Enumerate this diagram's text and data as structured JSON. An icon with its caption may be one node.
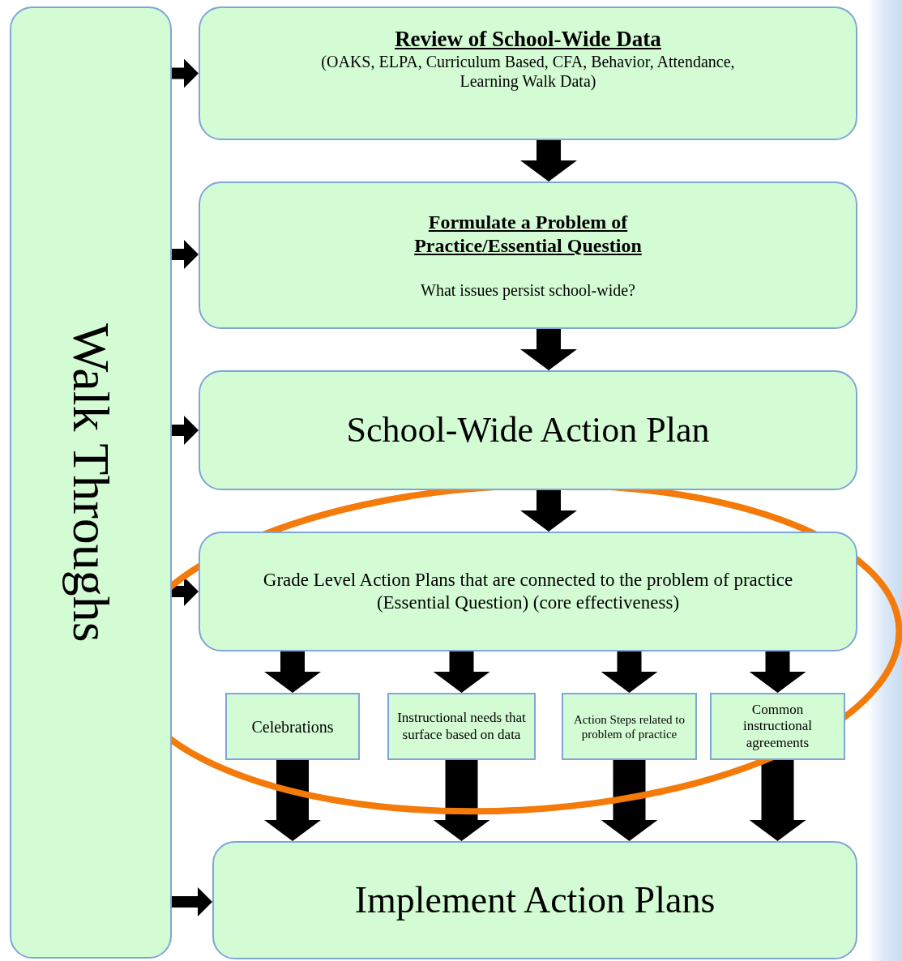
{
  "diagram": {
    "nodes": [
      {
        "text": [
          "Walk Throughs"
        ]
      },
      {
        "text": [
          "Review of School-Wide Data",
          "(OAKS, ELPA, Curriculum Based, CFA, Behavior, Attendance, Learning Walk Data)"
        ]
      },
      {
        "text": [
          "Formulate a Problem of Practice/Essential Question",
          "What issues persist school-wide?"
        ]
      },
      {
        "text": [
          "School-Wide Action Plan"
        ]
      },
      {
        "text": [
          "Grade Level Action Plans that are connected to the problem of practice (Essential Question) (core effectiveness)"
        ]
      },
      {
        "text": [
          "Celebrations"
        ]
      },
      {
        "text": [
          "Instructional needs that surface based on data"
        ]
      },
      {
        "text": [
          "Action Steps related to problem of practice"
        ]
      },
      {
        "text": [
          "Common instructional agreements"
        ]
      },
      {
        "text": [
          "Implement Action Plans"
        ]
      }
    ],
    "edges": [
      {
        "from": 0,
        "to": 1,
        "arrow": "to"
      },
      {
        "from": 0,
        "to": 2,
        "arrow": "to"
      },
      {
        "from": 0,
        "to": 3,
        "arrow": "to"
      },
      {
        "from": 0,
        "to": 4,
        "arrow": "to"
      },
      {
        "from": 0,
        "to": 9,
        "arrow": "to"
      },
      {
        "from": 1,
        "to": 2,
        "arrow": "to"
      },
      {
        "from": 2,
        "to": 3,
        "arrow": "to"
      },
      {
        "from": 3,
        "to": 4,
        "arrow": "to"
      },
      {
        "from": 4,
        "to": 5,
        "arrow": "to"
      },
      {
        "from": 4,
        "to": 6,
        "arrow": "to"
      },
      {
        "from": 4,
        "to": 7,
        "arrow": "to"
      },
      {
        "from": 4,
        "to": 8,
        "arrow": "to"
      },
      {
        "from": 5,
        "to": 9,
        "arrow": "to"
      },
      {
        "from": 6,
        "to": 9,
        "arrow": "to"
      },
      {
        "from": 7,
        "to": 9,
        "arrow": "to"
      },
      {
        "from": 8,
        "to": 9,
        "arrow": "to"
      }
    ]
  }
}
